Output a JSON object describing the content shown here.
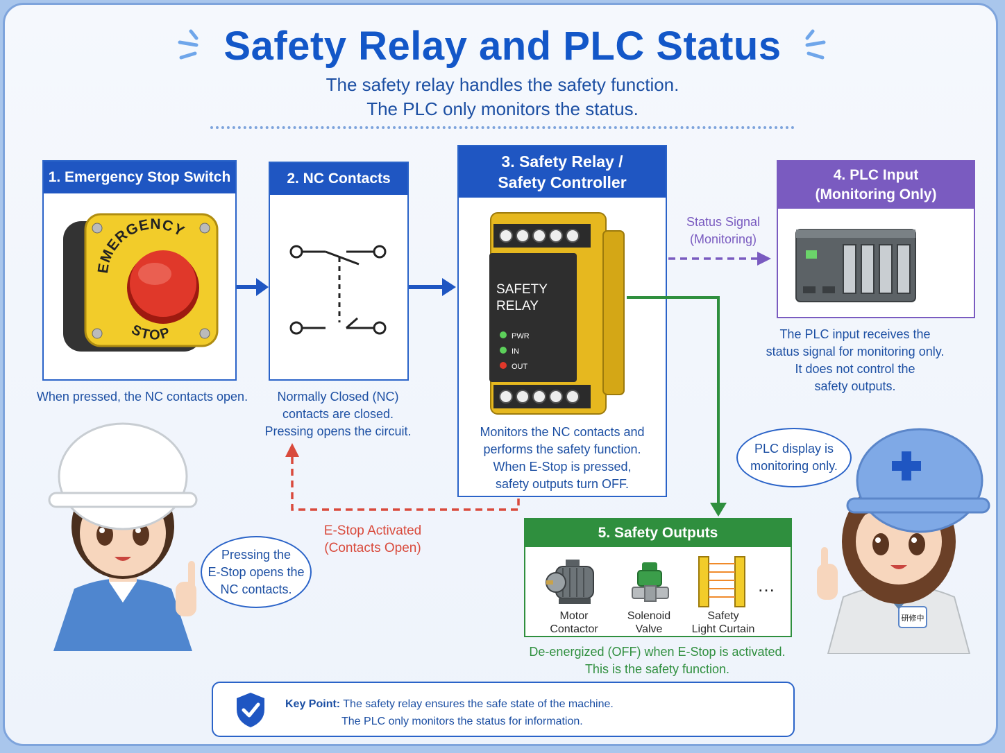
{
  "header": {
    "title": "Safety Relay and PLC Status",
    "subtitle_line1": "The safety relay handles the safety function.",
    "subtitle_line2": "The PLC only monitors the status."
  },
  "steps": {
    "estop": {
      "title": "1. Emergency Stop Switch",
      "label_top": "EMERGENCY",
      "label_bottom": "STOP",
      "caption": "When pressed, the NC contacts open."
    },
    "nc": {
      "title": "2. NC Contacts",
      "caption_line1": "Normally Closed (NC)",
      "caption_line2": "contacts are closed.",
      "caption_line3": "Pressing opens the circuit."
    },
    "relay": {
      "title_line1": "3. Safety Relay /",
      "title_line2": "Safety Controller",
      "device_label_line1": "SAFETY",
      "device_label_line2": "RELAY",
      "led_pwr": "PWR",
      "led_in": "IN",
      "led_out": "OUT",
      "caption_line1": "Monitors the NC contacts and",
      "caption_line2": "performs the safety function.",
      "caption_line3": "When E-Stop is pressed,",
      "caption_line4": "safety outputs turn OFF."
    },
    "plc": {
      "title_line1": "4. PLC Input",
      "title_line2": "(Monitoring Only)",
      "caption_line1": "The PLC input receives the",
      "caption_line2": "status signal for monitoring only.",
      "caption_line3": "It does not control the",
      "caption_line4": "safety outputs."
    },
    "outputs": {
      "title": "5. Safety Outputs",
      "items": [
        {
          "line1": "Motor",
          "line2": "Contactor"
        },
        {
          "line1": "Solenoid",
          "line2": "Valve"
        },
        {
          "line1": "Safety",
          "line2": "Light Curtain"
        }
      ],
      "more": "…",
      "caption_line1": "De-energized (OFF) when E-Stop is activated.",
      "caption_line2": "This is the safety function."
    }
  },
  "signals": {
    "status_line1": "Status Signal",
    "status_line2": "(Monitoring)",
    "estop_line1": "E-Stop Activated",
    "estop_line2": "(Contacts Open)"
  },
  "bubbles": {
    "left_line1": "Pressing the",
    "left_line2": "E-Stop opens the",
    "left_line3": "NC contacts.",
    "right_line1": "PLC display is",
    "right_line2": "monitoring only."
  },
  "badge_text": "研修中",
  "keypoint": {
    "label": "Key Point:",
    "line1": "The safety relay ensures the safe state of the machine.",
    "line2": "The PLC only monitors the status for information."
  },
  "colors": {
    "blue": "#1f56c2",
    "purple": "#7a5bc0",
    "green": "#2f8f3e",
    "red": "#d94a3c",
    "yellow": "#f2cc2a"
  }
}
